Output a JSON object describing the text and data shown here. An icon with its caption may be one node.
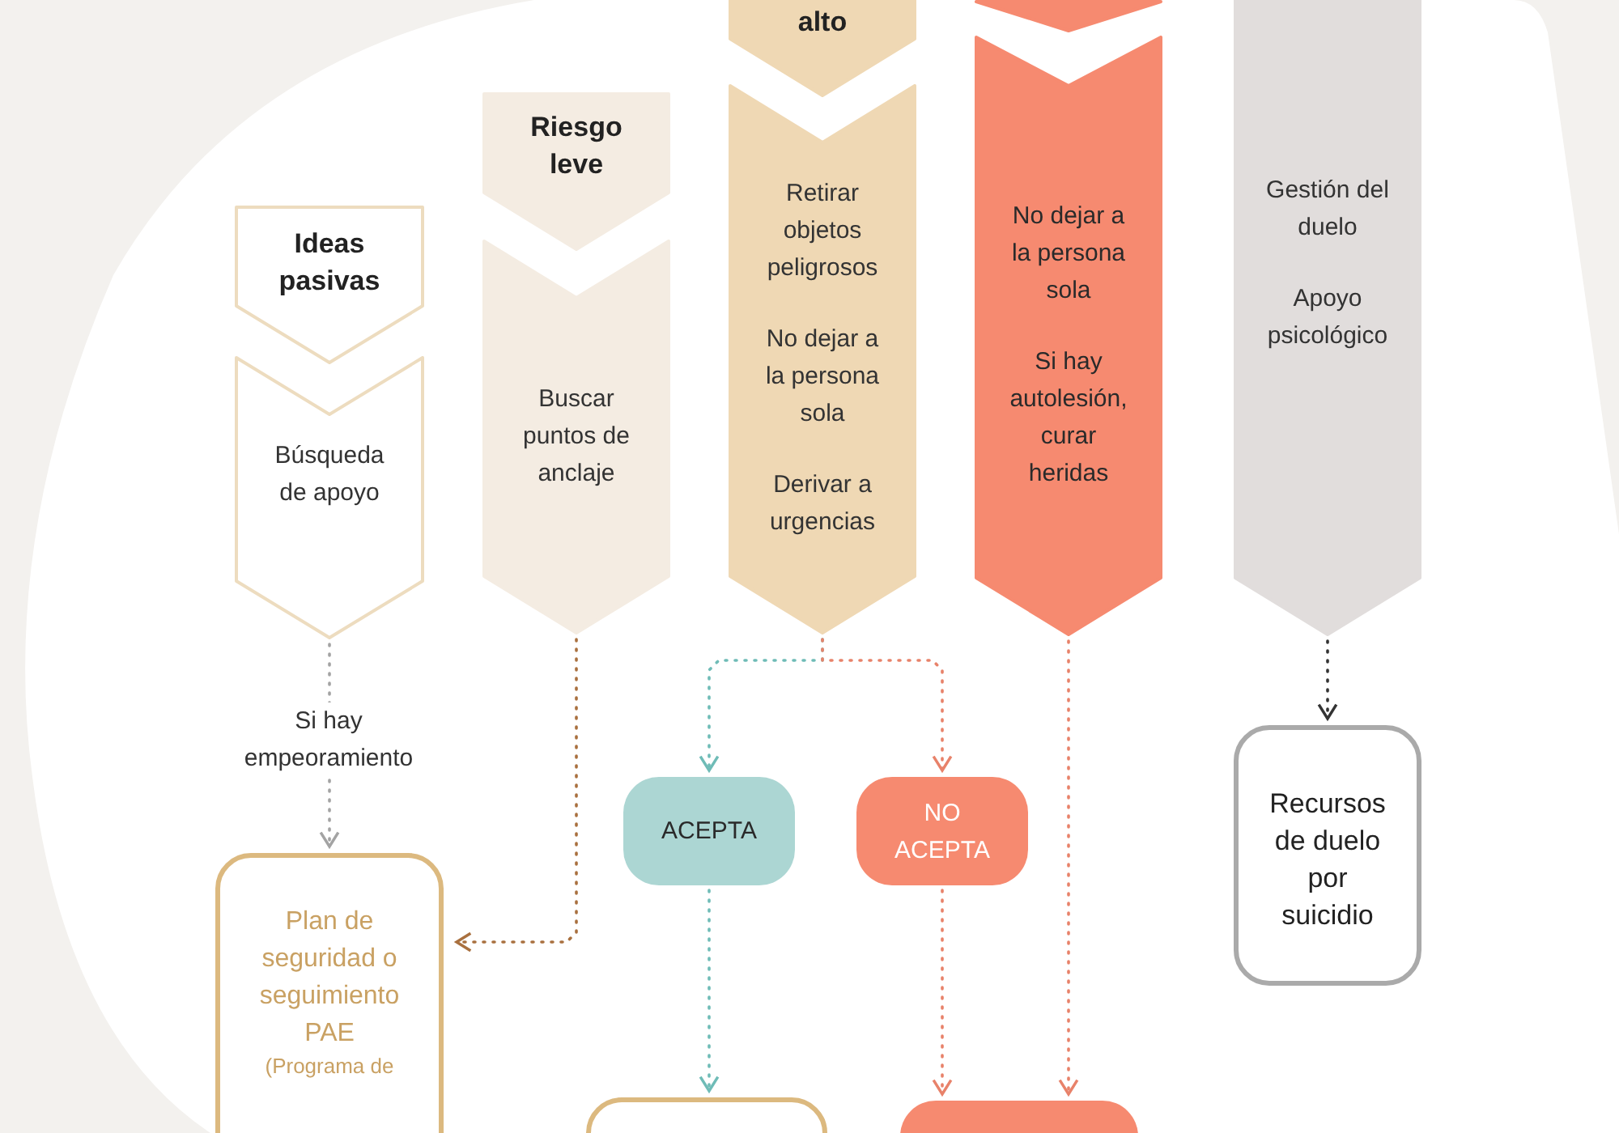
{
  "diagram": {
    "nodes": [
      {
        "text": [
          "Ideas pasivas"
        ]
      },
      {
        "text": [
          "Búsqueda de apoyo"
        ]
      },
      {
        "text": [
          "Riesgo leve"
        ]
      },
      {
        "text": [
          "Buscar puntos de anclaje"
        ]
      },
      {
        "text": [
          "alto"
        ]
      },
      {
        "text": [
          "Retirar objetos peligrosos",
          "No dejar a la persona sola",
          "Derivar a urgencias"
        ]
      },
      {
        "text": [],
        "shape": "chevron"
      },
      {
        "text": [
          "No dejar a la persona sola",
          "Si hay autolesión, curar heridas"
        ]
      },
      {
        "text": [
          "Gestión del duelo",
          "Apoyo psicológico"
        ]
      },
      {
        "text": [
          "Plan de seguridad o seguimiento PAE",
          "(Programa de"
        ]
      },
      {
        "text": [
          "ACEPTA"
        ]
      },
      {
        "text": [
          "NO ACEPTA"
        ]
      },
      {
        "text": [
          "Recursos de duelo por suicidio"
        ]
      },
      {
        "text": [],
        "shape": "box"
      },
      {
        "text": [],
        "shape": "box"
      }
    ],
    "edges": [
      {
        "from": 1,
        "to": 9,
        "arrow": "to",
        "label": "Si hay empeoramiento",
        "style": "dashed",
        "color": "#a3a3a3"
      },
      {
        "from": 3,
        "to": 9,
        "arrow": "to",
        "style": "dashed",
        "color": "#a9703f"
      },
      {
        "from": 5,
        "to": 10,
        "arrow": "to",
        "style": "dashed",
        "color": "#6fbcb7"
      },
      {
        "from": 5,
        "to": 11,
        "arrow": "to",
        "style": "dashed",
        "color": "#e8826a"
      },
      {
        "from": 10,
        "to": 13,
        "arrow": "to",
        "style": "dashed",
        "color": "#6fbcb7"
      },
      {
        "from": 11,
        "to": 14,
        "arrow": "to",
        "style": "dashed",
        "color": "#e8826a"
      },
      {
        "from": 7,
        "to": 14,
        "arrow": "to",
        "style": "dashed",
        "color": "#e8826a"
      },
      {
        "from": 8,
        "to": 12,
        "arrow": "to",
        "style": "dashed",
        "color": "#333333"
      }
    ]
  }
}
